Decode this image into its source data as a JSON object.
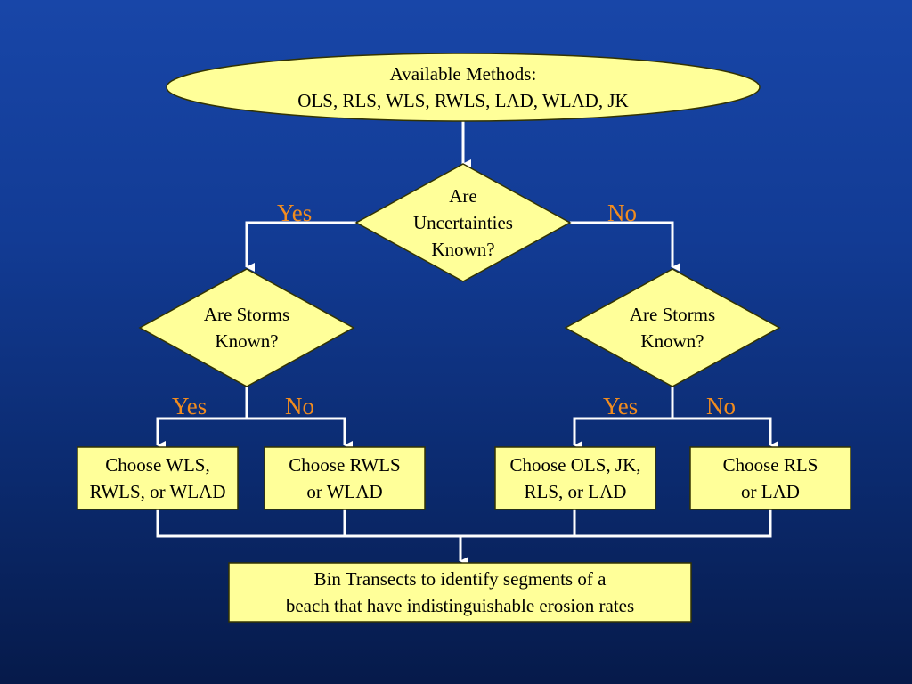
{
  "colors": {
    "node_fill": "#ffff99",
    "node_stroke": "#333300",
    "connector": "#ffffff",
    "branch_label": "#f28c1e"
  },
  "nodes": {
    "start": "Available Methods:\nOLS, RLS, WLS, RWLS, LAD, WLAD, JK",
    "q_uncertainties": "Are\nUncertainties\nKnown?",
    "q_storms_left": "Are Storms\nKnown?",
    "q_storms_right": "Are Storms\nKnown?",
    "choice_1": "Choose WLS,\nRWLS, or WLAD",
    "choice_2": "Choose RWLS\nor WLAD",
    "choice_3": "Choose OLS, JK,\nRLS, or LAD",
    "choice_4": "Choose RLS\nor LAD",
    "final": "Bin Transects to identify segments of a\nbeach that have indistinguishable erosion rates"
  },
  "branch_labels": {
    "top_yes": "Yes",
    "top_no": "No",
    "left_yes": "Yes",
    "left_no": "No",
    "right_yes": "Yes",
    "right_no": "No"
  }
}
